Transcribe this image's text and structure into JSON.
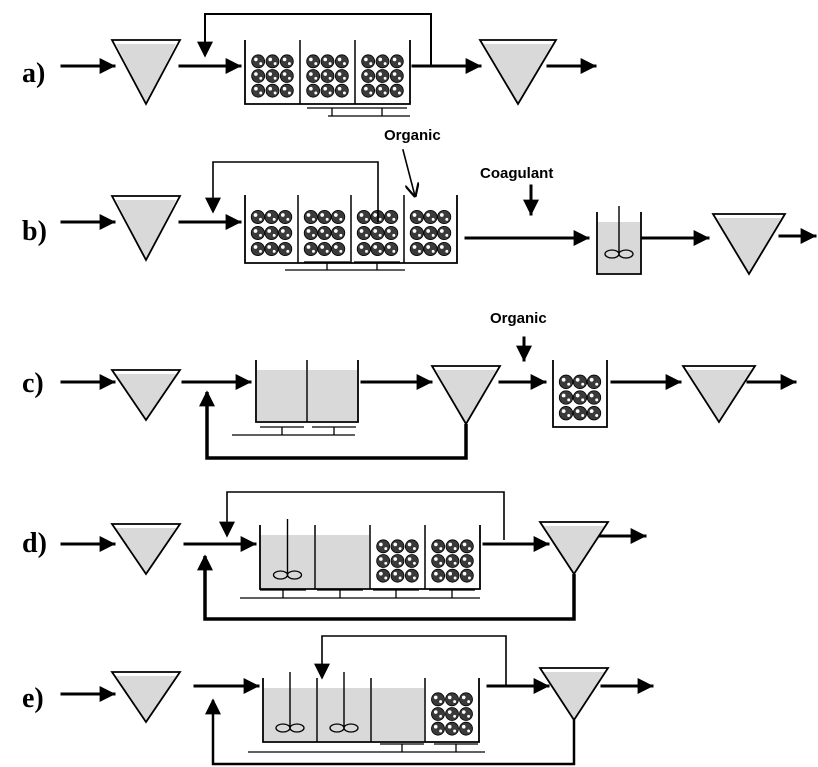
{
  "rows": {
    "a": {
      "label": "a)"
    },
    "b": {
      "label": "b)",
      "dose_organic": "Organic",
      "dose_coagulant": "Coagulant"
    },
    "c": {
      "label": "c)",
      "dose_organic": "Organic"
    },
    "d": {
      "label": "d)"
    },
    "e": {
      "label": "e)"
    }
  },
  "colors": {
    "line": "#000000",
    "tank_fill": "#d9d9d9",
    "floc": "#3a3a3a",
    "background": "#ffffff"
  },
  "icons": {
    "settler": "inverted-triangle-settler",
    "mixer": "double-loop-mixer",
    "media": "floc-media-cluster",
    "arrow": "flow-arrow"
  }
}
